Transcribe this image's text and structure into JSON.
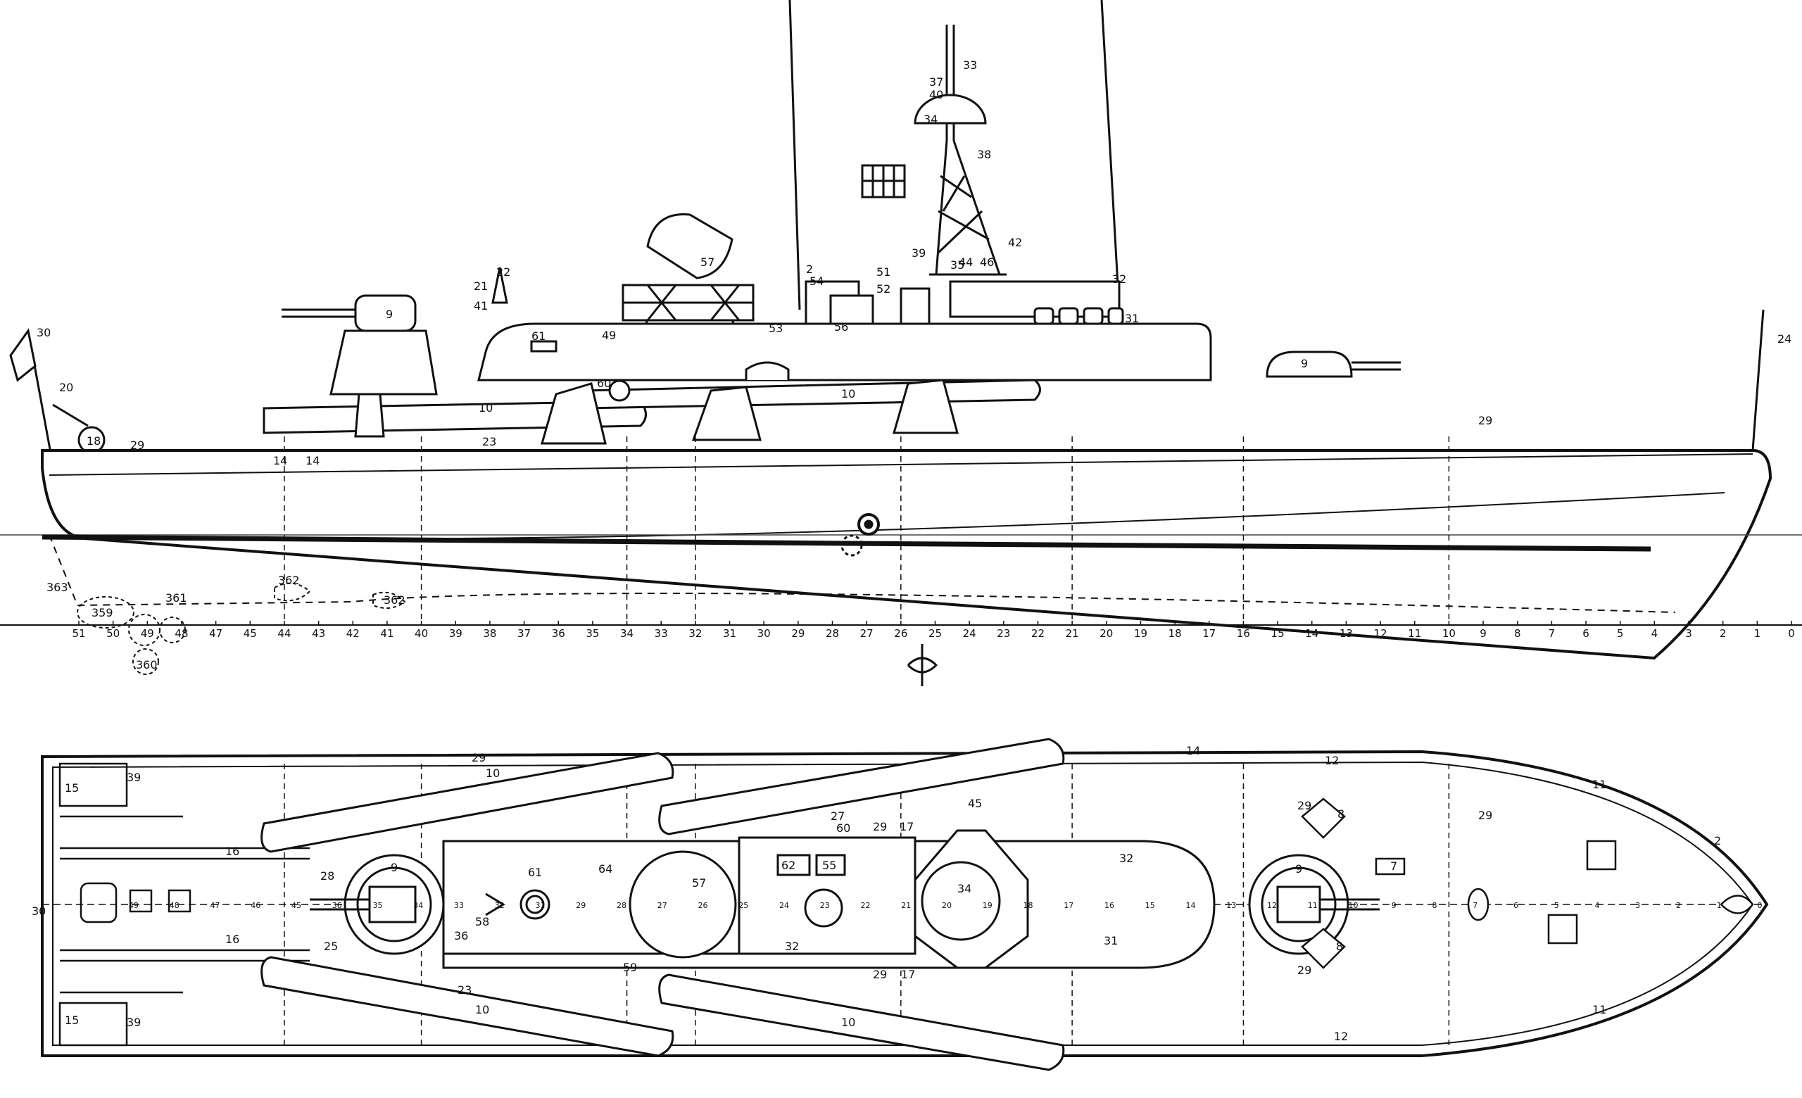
{
  "side_view": {
    "frame_ticks": [
      "51",
      "50",
      "49",
      "48",
      "47",
      "45",
      "44",
      "43",
      "42",
      "41",
      "40",
      "39",
      "38",
      "37",
      "36",
      "35",
      "34",
      "33",
      "32",
      "31",
      "30",
      "29",
      "28",
      "27",
      "26",
      "25",
      "24",
      "23",
      "22",
      "21",
      "20",
      "19",
      "18",
      "17",
      "16",
      "15",
      "14",
      "13",
      "12",
      "11",
      "10",
      "9",
      "8",
      "7",
      "6",
      "5",
      "4",
      "3",
      "2",
      "1",
      "0"
    ],
    "callouts": [
      {
        "id": "s30",
        "text": "30"
      },
      {
        "id": "s20",
        "text": "20"
      },
      {
        "id": "s18",
        "text": "18"
      },
      {
        "id": "s29a",
        "text": "29"
      },
      {
        "id": "s9a",
        "text": "9"
      },
      {
        "id": "s10a",
        "text": "10"
      },
      {
        "id": "s23",
        "text": "23"
      },
      {
        "id": "s61",
        "text": "61"
      },
      {
        "id": "s49",
        "text": "49"
      },
      {
        "id": "s60",
        "text": "60"
      },
      {
        "id": "s22",
        "text": "22"
      },
      {
        "id": "s21",
        "text": "21"
      },
      {
        "id": "s41",
        "text": "41"
      },
      {
        "id": "s57",
        "text": "57"
      },
      {
        "id": "s2",
        "text": "2"
      },
      {
        "id": "s54",
        "text": "54"
      },
      {
        "id": "s51",
        "text": "51"
      },
      {
        "id": "s52",
        "text": "52"
      },
      {
        "id": "s53",
        "text": "53"
      },
      {
        "id": "s56",
        "text": "56"
      },
      {
        "id": "s33a",
        "text": "33"
      },
      {
        "id": "s37a",
        "text": "37"
      },
      {
        "id": "s40a",
        "text": "40"
      },
      {
        "id": "s34",
        "text": "34"
      },
      {
        "id": "s38",
        "text": "38"
      },
      {
        "id": "s39",
        "text": "39"
      },
      {
        "id": "s42",
        "text": "42"
      },
      {
        "id": "s44",
        "text": "44"
      },
      {
        "id": "s46",
        "text": "46"
      },
      {
        "id": "s32",
        "text": "32"
      },
      {
        "id": "s31",
        "text": "31"
      },
      {
        "id": "s10b",
        "text": "10"
      },
      {
        "id": "s9b",
        "text": "9"
      },
      {
        "id": "s24",
        "text": "24"
      },
      {
        "id": "s29b",
        "text": "29"
      },
      {
        "id": "s14a",
        "text": "14"
      },
      {
        "id": "s14b",
        "text": "14"
      },
      {
        "id": "s363",
        "text": "363"
      },
      {
        "id": "s359",
        "text": "359"
      },
      {
        "id": "s360",
        "text": "360"
      },
      {
        "id": "s361",
        "text": "361"
      },
      {
        "id": "s362",
        "text": "362"
      },
      {
        "id": "s362b",
        "text": "362"
      },
      {
        "id": "s35",
        "text": "35"
      }
    ]
  },
  "plan_view": {
    "frame_marks": [
      "49",
      "48",
      "47",
      "46",
      "45",
      "36",
      "35",
      "34",
      "33",
      "32",
      "31",
      "29",
      "28",
      "27",
      "26",
      "25",
      "24",
      "23",
      "22",
      "21",
      "20",
      "19",
      "18",
      "17",
      "16",
      "15",
      "14",
      "13",
      "12",
      "11",
      "10",
      "9",
      "8",
      "7",
      "6",
      "5",
      "4",
      "3",
      "2",
      "1",
      "0"
    ],
    "callouts": [
      {
        "id": "p15a",
        "text": "15"
      },
      {
        "id": "p39a",
        "text": "39"
      },
      {
        "id": "p29a",
        "text": "29"
      },
      {
        "id": "p10a",
        "text": "10"
      },
      {
        "id": "p16a",
        "text": "16"
      },
      {
        "id": "p16b",
        "text": "16"
      },
      {
        "id": "p9a",
        "text": "9"
      },
      {
        "id": "p28",
        "text": "28"
      },
      {
        "id": "p25",
        "text": "25"
      },
      {
        "id": "p30",
        "text": "30"
      },
      {
        "id": "p36",
        "text": "36"
      },
      {
        "id": "p58",
        "text": "58"
      },
      {
        "id": "p61",
        "text": "61"
      },
      {
        "id": "p64",
        "text": "64"
      },
      {
        "id": "p57",
        "text": "57"
      },
      {
        "id": "p62",
        "text": "62"
      },
      {
        "id": "p55",
        "text": "55"
      },
      {
        "id": "p27",
        "text": "27"
      },
      {
        "id": "p60",
        "text": "60"
      },
      {
        "id": "p59",
        "text": "59"
      },
      {
        "id": "p34",
        "text": "34"
      },
      {
        "id": "p45",
        "text": "45"
      },
      {
        "id": "p29b",
        "text": "29"
      },
      {
        "id": "p17a",
        "text": "17"
      },
      {
        "id": "p29c",
        "text": "29"
      },
      {
        "id": "p17b",
        "text": "17"
      },
      {
        "id": "p32a",
        "text": "32"
      },
      {
        "id": "p31",
        "text": "31"
      },
      {
        "id": "p9b",
        "text": "9"
      },
      {
        "id": "p29d",
        "text": "29"
      },
      {
        "id": "p8a",
        "text": "8"
      },
      {
        "id": "p8b",
        "text": "8"
      },
      {
        "id": "p29e",
        "text": "29"
      },
      {
        "id": "p29f",
        "text": "29"
      },
      {
        "id": "p7",
        "text": "7"
      },
      {
        "id": "p12a",
        "text": "12"
      },
      {
        "id": "p11a",
        "text": "11"
      },
      {
        "id": "p11b",
        "text": "11"
      },
      {
        "id": "p2",
        "text": "2"
      },
      {
        "id": "p15b",
        "text": "15"
      },
      {
        "id": "p39b",
        "text": "39"
      },
      {
        "id": "p10b",
        "text": "10"
      },
      {
        "id": "p10c",
        "text": "10"
      },
      {
        "id": "p23",
        "text": "23"
      },
      {
        "id": "p12b",
        "text": "12"
      },
      {
        "id": "p14",
        "text": "14"
      },
      {
        "id": "p32b",
        "text": "32"
      }
    ]
  }
}
